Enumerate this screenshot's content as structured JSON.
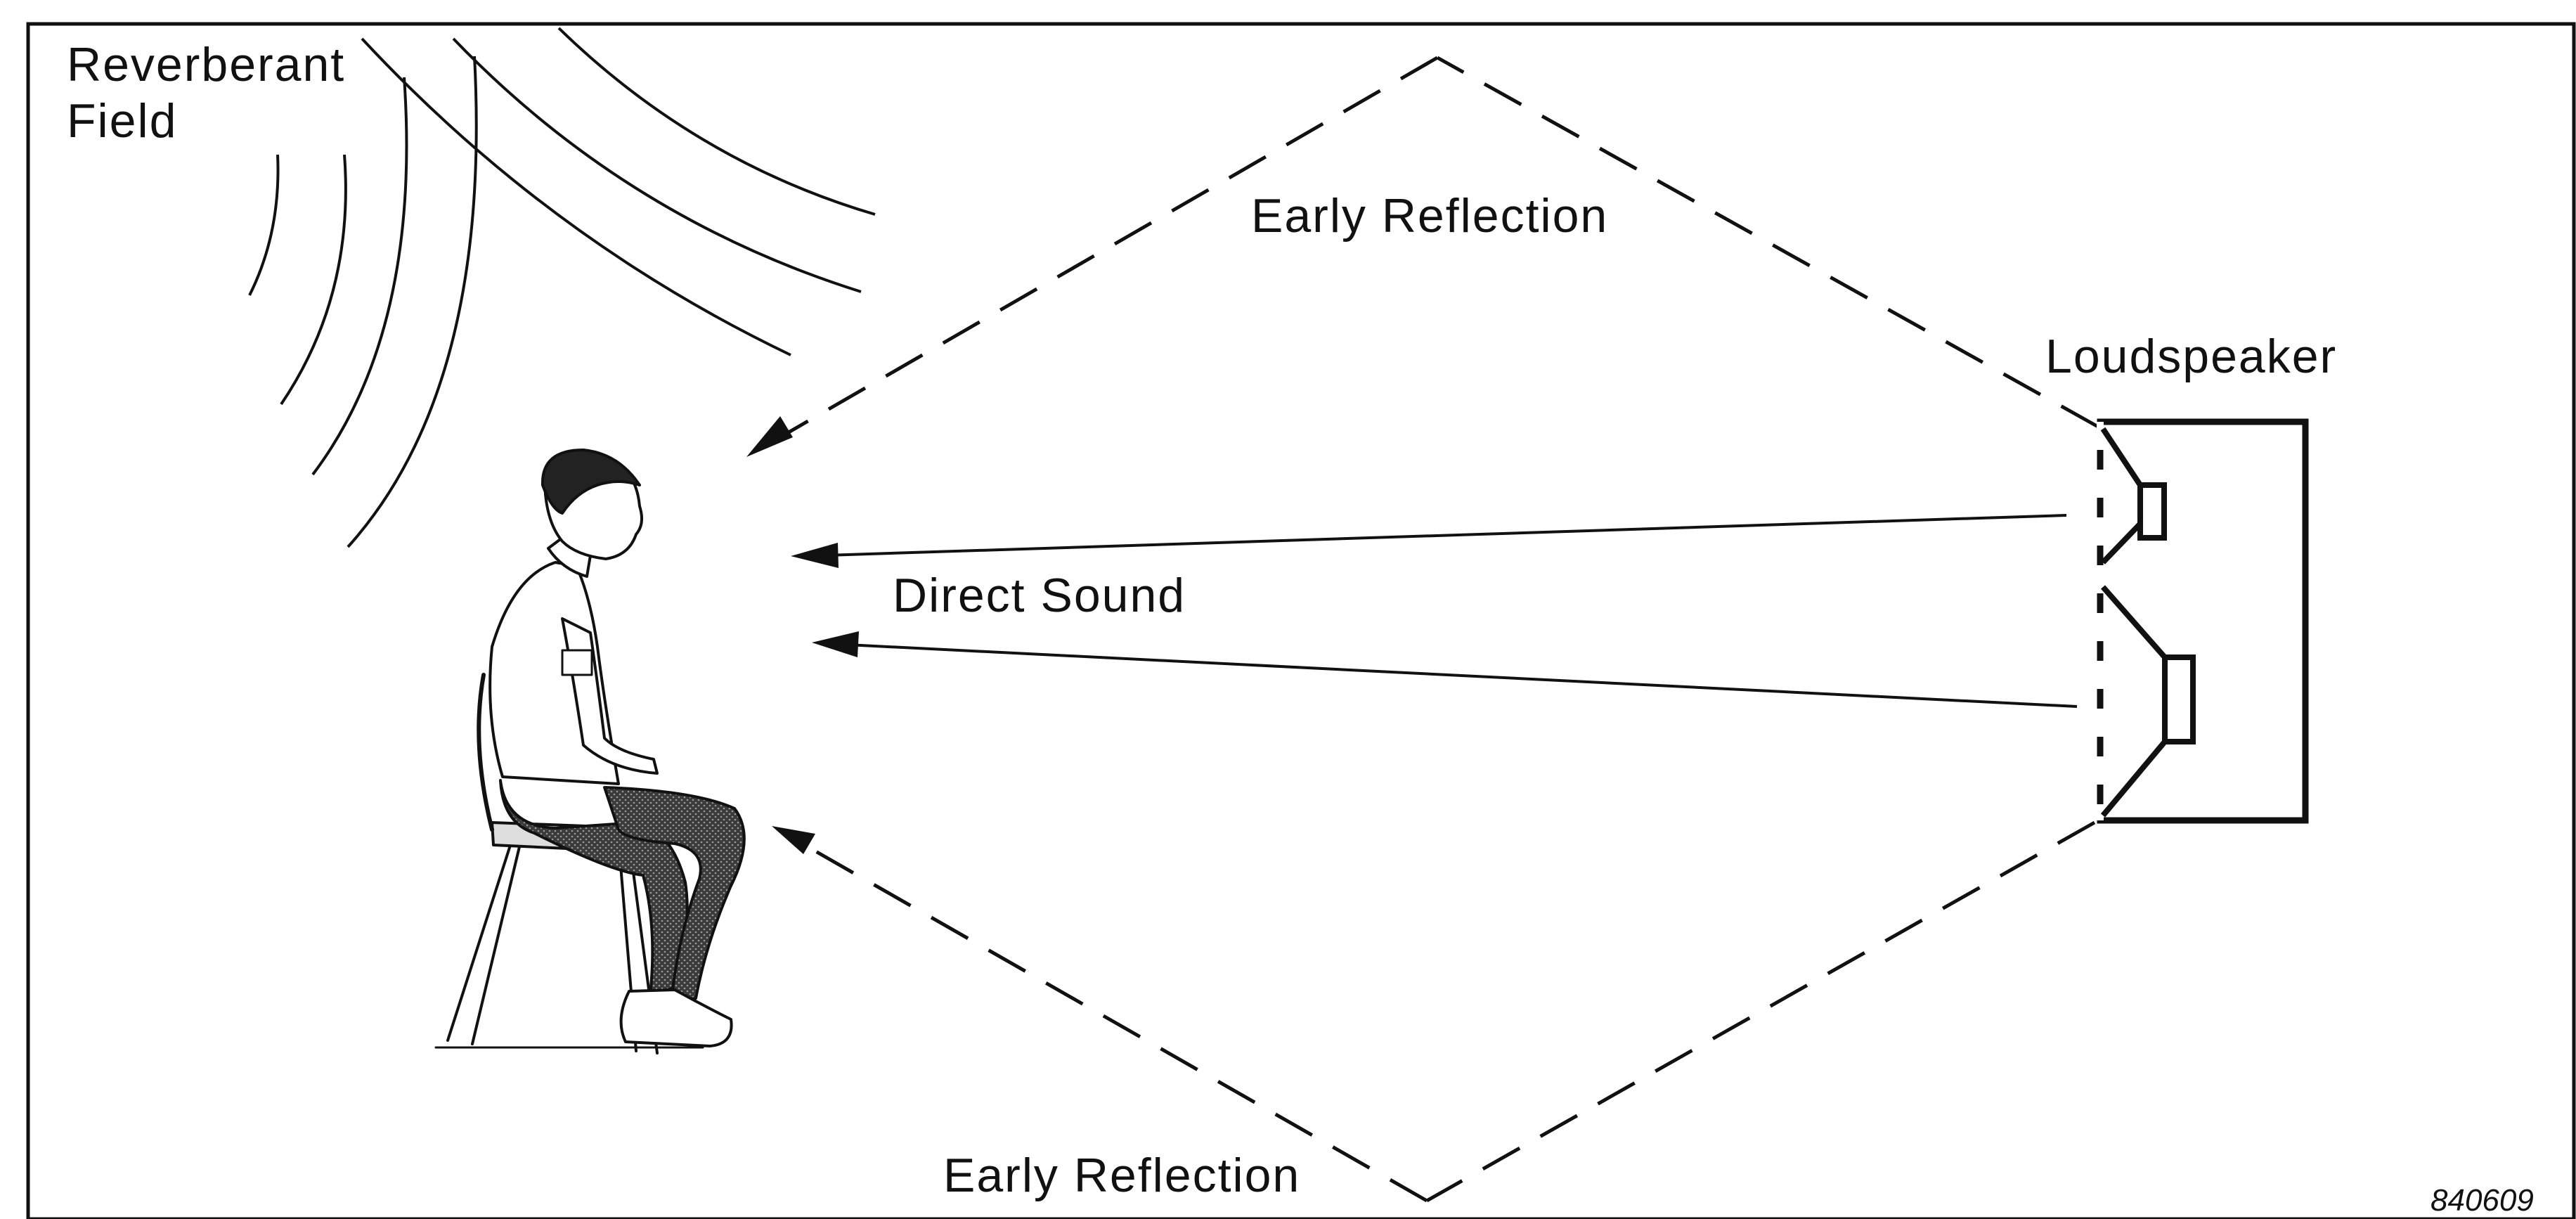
{
  "labels": {
    "reverberant_line1": "Reverberant",
    "reverberant_line2": "Field",
    "early_reflection_top": "Early Reflection",
    "early_reflection_bottom": "Early Reflection",
    "direct_sound": "Direct Sound",
    "loudspeaker": "Loudspeaker",
    "figure_id": "840609"
  },
  "colors": {
    "ink": "#111111",
    "paper": "#ffffff"
  }
}
